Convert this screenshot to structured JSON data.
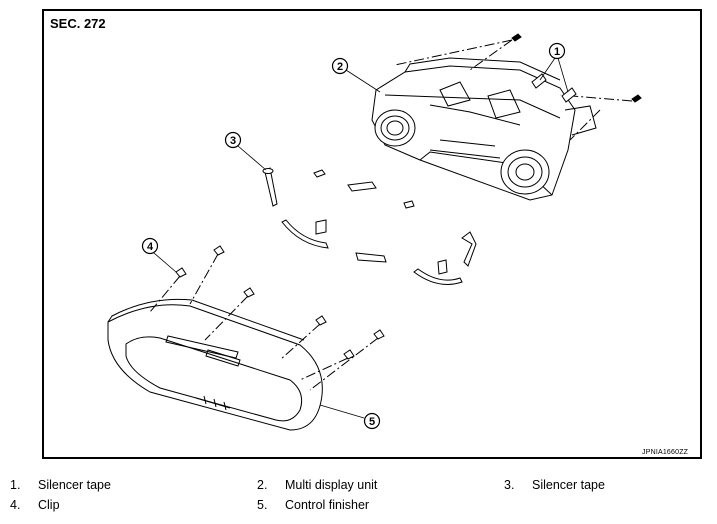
{
  "section_label": "SEC. 272",
  "image_code": "JPNIA1660ZZ",
  "callouts": [
    "1",
    "2",
    "3",
    "4",
    "5"
  ],
  "legend": [
    {
      "num": "1.",
      "text": "Silencer tape"
    },
    {
      "num": "2.",
      "text": "Multi display unit"
    },
    {
      "num": "3.",
      "text": "Silencer tape"
    },
    {
      "num": "4.",
      "text": "Clip"
    },
    {
      "num": "5.",
      "text": "Control finisher"
    }
  ]
}
